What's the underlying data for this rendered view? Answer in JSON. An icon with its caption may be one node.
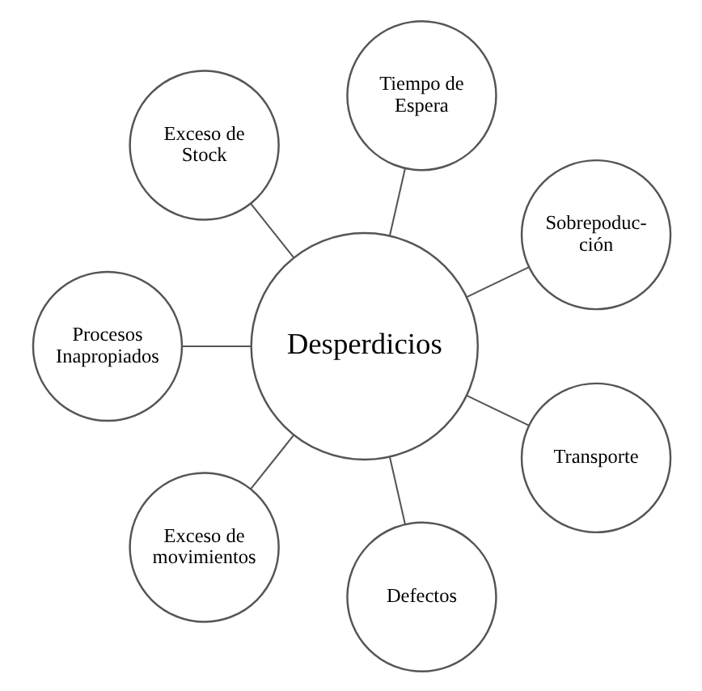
{
  "diagram": {
    "nodes": [
      {
        "text": [
          "Desperdicios"
        ]
      },
      {
        "text": [
          "Sobrepoduc- ción"
        ]
      },
      {
        "text": [
          "Tiempo de Espera"
        ]
      },
      {
        "text": [
          "Exceso de Stock"
        ]
      },
      {
        "text": [
          "Procesos Inapropiados"
        ]
      },
      {
        "text": [
          "Exceso de movimientos"
        ]
      },
      {
        "text": [
          "Defectos"
        ]
      },
      {
        "text": [
          "Transporte"
        ]
      }
    ],
    "edges": [
      {
        "from": 0,
        "to": 1,
        "arrow": "none"
      },
      {
        "from": 0,
        "to": 2,
        "arrow": "none"
      },
      {
        "from": 0,
        "to": 3,
        "arrow": "none"
      },
      {
        "from": 0,
        "to": 4,
        "arrow": "none"
      },
      {
        "from": 0,
        "to": 5,
        "arrow": "none"
      },
      {
        "from": 0,
        "to": 6,
        "arrow": "none"
      },
      {
        "from": 0,
        "to": 7,
        "arrow": "none"
      }
    ]
  }
}
